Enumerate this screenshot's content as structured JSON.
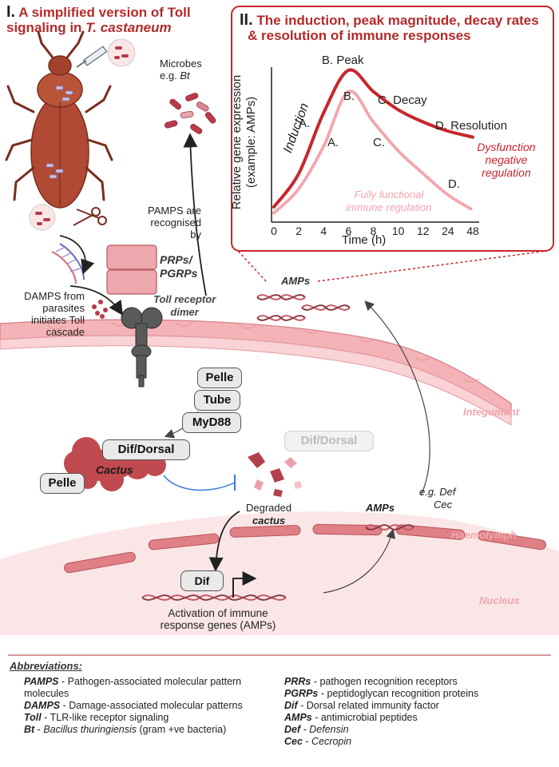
{
  "section1": {
    "title_prefix": "I.",
    "title_text": "A simplified version of Toll signaling in",
    "title_species": "T. castaneum"
  },
  "section2": {
    "title_prefix": "II.",
    "title_line1": "The induction, peak magnitude, decay rates",
    "title_line2": "& resolution of immune responses"
  },
  "chart": {
    "ylabel_line1": "Relative gene expression",
    "ylabel_line2": "(example: AMPs)",
    "xlabel": "Time (h)",
    "xticks": [
      "0",
      "2",
      "4",
      "6",
      "8",
      "10",
      "12",
      "24",
      "48"
    ],
    "induction": "Induction",
    "dys": {
      "A": "A.",
      "B": "B. Peak",
      "C": "C. Decay",
      "D": "D. Resolution"
    },
    "func": {
      "A": "A.",
      "B": "B.",
      "C": "C.",
      "D": "D."
    },
    "dysfunction_label": [
      "Dysfunction",
      "negative",
      "regulation"
    ],
    "functional_label": [
      "Fully functional",
      "immune regulation"
    ],
    "colors": {
      "dysfunction": "#c8262b",
      "functional": "#f2a5ad"
    }
  },
  "chart_data": {
    "type": "line",
    "title": "",
    "xlabel": "Time (h)",
    "ylabel": "Relative gene expression (example: AMPs)",
    "x": [
      "0",
      "2",
      "4",
      "6",
      "8",
      "10",
      "12",
      "24",
      "48"
    ],
    "series": [
      {
        "name": "Dysfunction negative regulation",
        "values": [
          0.1,
          0.32,
          0.72,
          1.0,
          0.86,
          0.74,
          0.66,
          0.6,
          0.56
        ]
      },
      {
        "name": "Fully functional immune regulation",
        "values": [
          0.06,
          0.22,
          0.5,
          0.86,
          0.66,
          0.47,
          0.32,
          0.18,
          0.08
        ]
      }
    ],
    "grid": false,
    "legend": "inline-labels"
  },
  "diagram": {
    "microbes_line1": "Microbes",
    "microbes_line2_prefix": "e.g.",
    "microbes_bt": "Bt",
    "pamps": [
      "PAMPS are",
      "recognised",
      "by"
    ],
    "prrs": "PRPs/",
    "pgrps": "PGRPs",
    "damps": [
      "DAMPS from",
      "parasites",
      "initiates Toll",
      "cascade"
    ],
    "toll": [
      "Toll receptor",
      "dimer"
    ],
    "amps_top": "AMPs",
    "pelle": "Pelle",
    "tube": "Tube",
    "myd88": "MyD88",
    "dif_dorsal": "Dif/Dorsal",
    "cactus": "Cactus",
    "pelle2": "Pelle",
    "dif_dorsal_faded": "Dif/Dorsal",
    "degraded": "Degraded",
    "degraded_cactus": "cactus",
    "amps_mid": "AMPs",
    "eg_def": "e.g. Def",
    "cec": "Cec",
    "dif": "Dif",
    "activation": [
      "Activation of immune",
      "response genes (AMPs)"
    ],
    "integument": "Integument",
    "haemolymph": "Haemolymph",
    "nucleus": "Nucleus"
  },
  "abbreviations": {
    "title": "Abbreviations:",
    "left": [
      {
        "term": "PAMPS",
        "def": " - Pathogen-associated molecular pattern molecules"
      },
      {
        "term": "DAMPS",
        "def": " - Damage-associated molecular patterns"
      },
      {
        "term": "Toll",
        "def": " - TLR-like receptor signaling"
      },
      {
        "term": "Bt",
        "def_italic": "Bacillus thuringiensis",
        "def": " (gram +ve bacteria)"
      }
    ],
    "right": [
      {
        "term": "PRRs",
        "def": " - pathogen recognition receptors"
      },
      {
        "term": "PGRPs",
        "def": " - peptidoglycan recognition proteins"
      },
      {
        "term": "Dif",
        "def": " - Dorsal related immunity factor"
      },
      {
        "term": "AMPs",
        "def": " - antimicrobial peptides"
      },
      {
        "term": "Def",
        "def_italic": "Defensin"
      },
      {
        "term": "Cec",
        "def_italic": "Cecropin"
      }
    ]
  }
}
